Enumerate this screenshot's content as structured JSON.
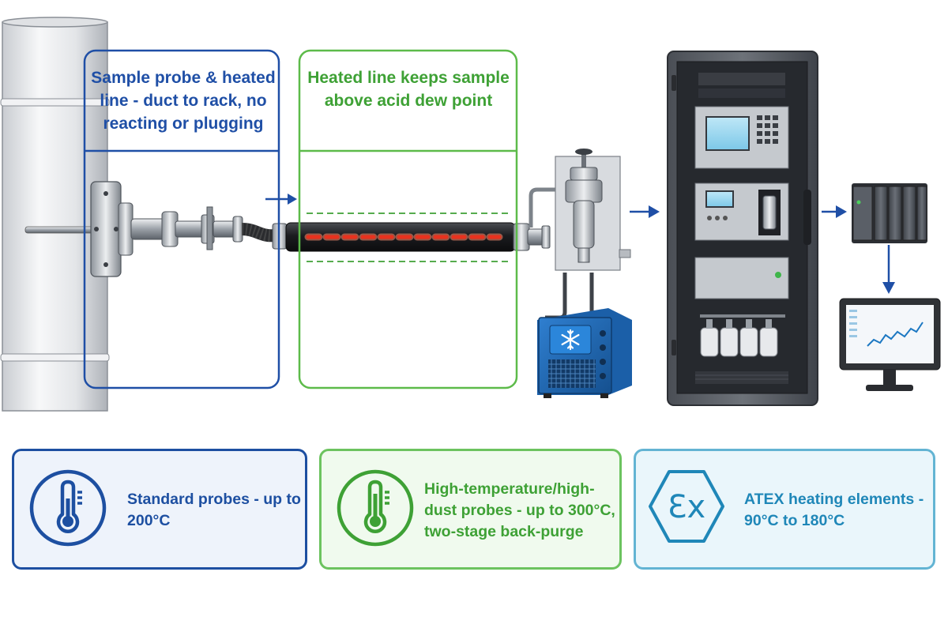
{
  "callouts": {
    "probe": "Sample probe & heated line - duct to rack, no reacting or plugging",
    "heated_line": "Heated line keeps sample above acid dew point"
  },
  "cards": {
    "standard": "Standard probes - up to 200°C",
    "high_temp": "High-temperature/high-dust probes - up to 300°C, two-stage back-purge",
    "atex": "ATEX heating elements - 90°C to 180°C",
    "atex_icon_label": "Ɛx"
  },
  "colors": {
    "blue": "#1d4fa1",
    "green": "#3ea135",
    "teal": "#1f87b8",
    "heater_red": "#e8321e"
  },
  "icons": [
    "thermometer-icon",
    "thermometer-icon",
    "atex-ex-icon",
    "snowflake-icon",
    "arrow-right-icon",
    "arrow-down-icon"
  ]
}
